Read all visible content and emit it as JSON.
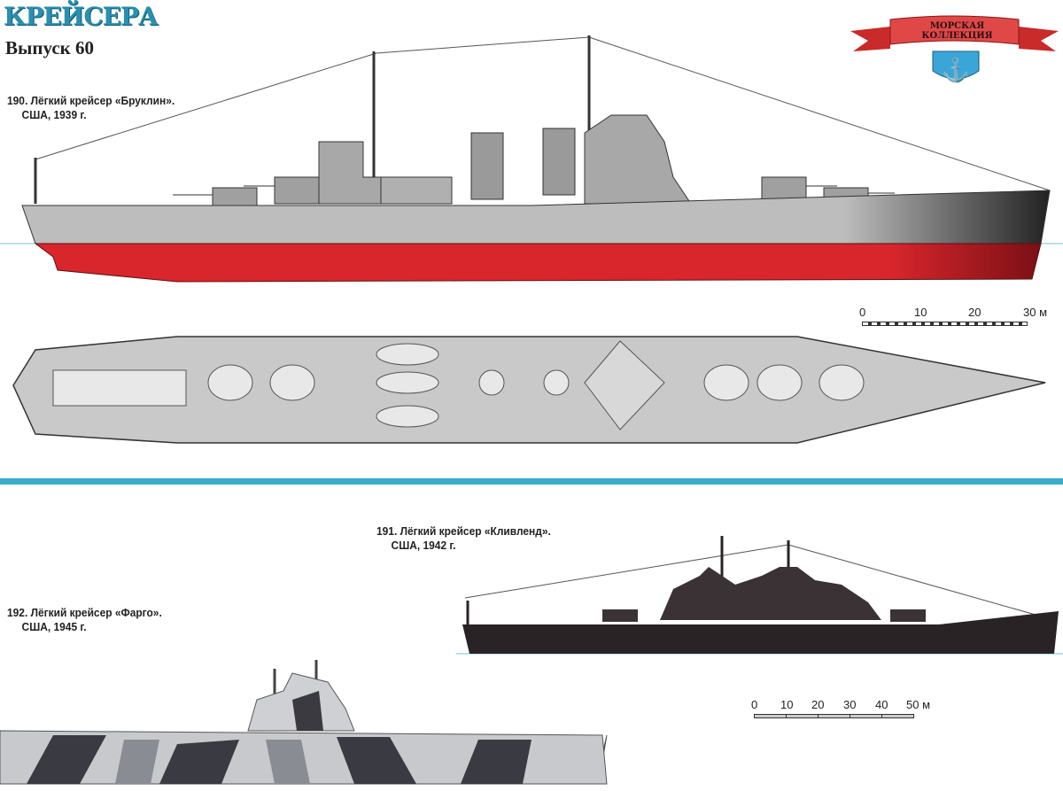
{
  "header": {
    "series_title": "КРЕЙСЕРА",
    "issue": "Выпуск 60",
    "logo_text": "МОРСКАЯ КОЛЛЕКЦИЯ",
    "logo_icon": "anchor-shield-icon"
  },
  "ships": [
    {
      "caption_line1": "190. Лёгкий крейсер «Бруклин».",
      "caption_line2": "США, 1939 г."
    },
    {
      "caption_line1": "191. Лёгкий крейсер «Кливленд».",
      "caption_line2": "США, 1942 г."
    },
    {
      "caption_line1": "192. Лёгкий крейсер «Фарго».",
      "caption_line2": "США, 1945 г."
    }
  ],
  "scales": [
    {
      "ticks": [
        "0",
        "10",
        "20",
        "30 м"
      ]
    },
    {
      "ticks": [
        "0",
        "10",
        "20",
        "30",
        "40",
        "50 м"
      ]
    }
  ],
  "colors": {
    "accent": "#3aaccc",
    "hull_gray": "#b9b9b9",
    "hull_red": "#d8262c",
    "dark_hull": "#2a2325"
  }
}
